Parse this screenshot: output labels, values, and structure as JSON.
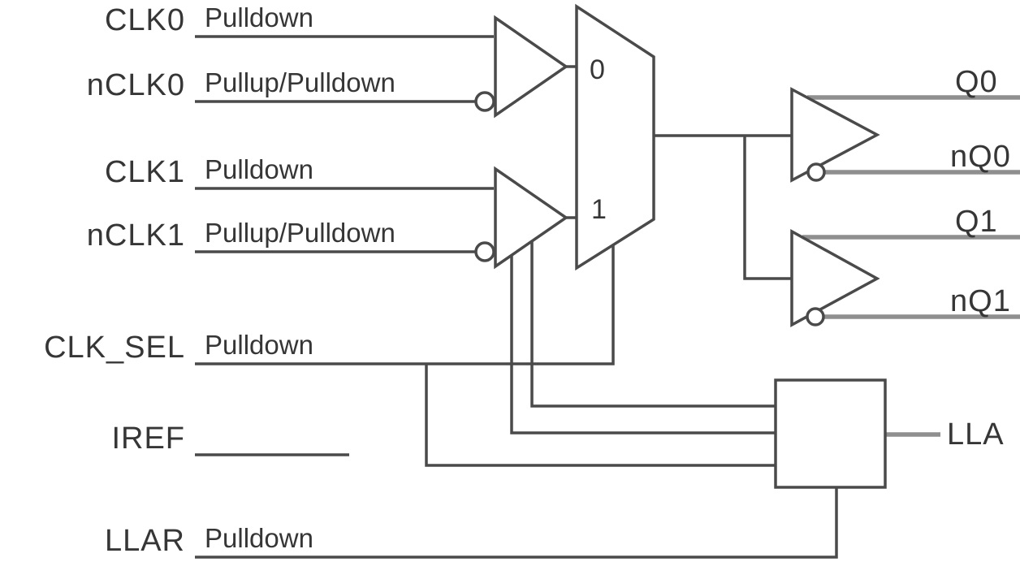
{
  "diagram": {
    "kind": "clock-mux-buffer-block-diagram",
    "inputs": [
      {
        "name": "CLK0",
        "resistor": "Pulldown"
      },
      {
        "name": "nCLK0",
        "resistor": "Pullup/Pulldown"
      },
      {
        "name": "CLK1",
        "resistor": "Pulldown"
      },
      {
        "name": "nCLK1",
        "resistor": "Pullup/Pulldown"
      },
      {
        "name": "CLK_SEL",
        "resistor": "Pulldown"
      },
      {
        "name": "IREF"
      },
      {
        "name": "LLAR",
        "resistor": "Pulldown"
      }
    ],
    "mux": {
      "select0": "0",
      "select1": "1"
    },
    "outputs": [
      {
        "name": "Q0"
      },
      {
        "name": "nQ0"
      },
      {
        "name": "Q1"
      },
      {
        "name": "nQ1"
      },
      {
        "name": "LLA"
      }
    ],
    "colors": {
      "wire": "#4a4a4a",
      "output_wire": "#8f8f8f",
      "text": "#363636",
      "background": "#ffffff"
    }
  }
}
